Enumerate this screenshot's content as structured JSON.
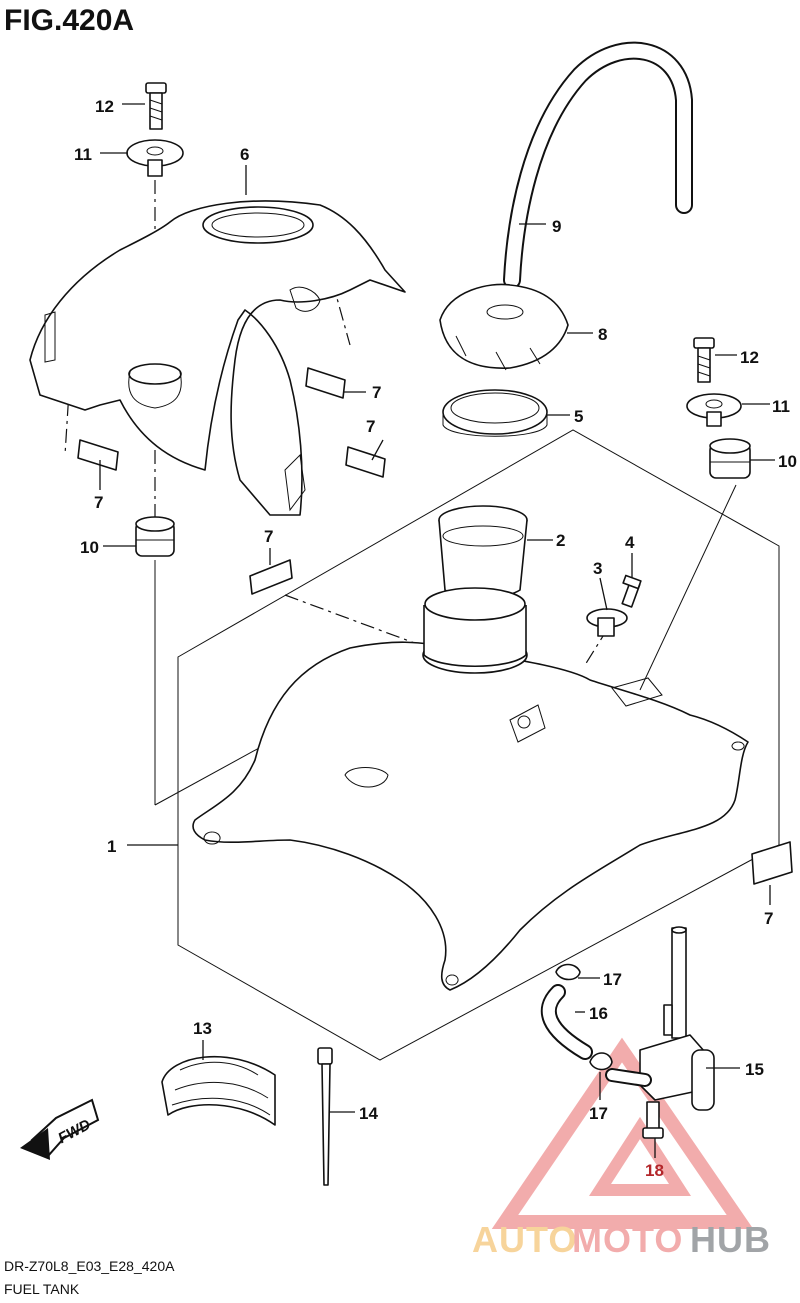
{
  "figure": {
    "title": "FIG.420A"
  },
  "callouts": [
    {
      "id": "c1",
      "label": "1"
    },
    {
      "id": "c2",
      "label": "2"
    },
    {
      "id": "c3",
      "label": "3"
    },
    {
      "id": "c4",
      "label": "4"
    },
    {
      "id": "c5",
      "label": "5"
    },
    {
      "id": "c6",
      "label": "6"
    },
    {
      "id": "c7a",
      "label": "7"
    },
    {
      "id": "c7b",
      "label": "7"
    },
    {
      "id": "c7c",
      "label": "7"
    },
    {
      "id": "c7d",
      "label": "7"
    },
    {
      "id": "c7e",
      "label": "7"
    },
    {
      "id": "c8",
      "label": "8"
    },
    {
      "id": "c9",
      "label": "9"
    },
    {
      "id": "c10a",
      "label": "10"
    },
    {
      "id": "c10b",
      "label": "10"
    },
    {
      "id": "c11a",
      "label": "11"
    },
    {
      "id": "c11b",
      "label": "11"
    },
    {
      "id": "c12a",
      "label": "12"
    },
    {
      "id": "c12b",
      "label": "12"
    },
    {
      "id": "c13",
      "label": "13"
    },
    {
      "id": "c14",
      "label": "14"
    },
    {
      "id": "c15",
      "label": "15"
    },
    {
      "id": "c16",
      "label": "16"
    },
    {
      "id": "c17a",
      "label": "17"
    },
    {
      "id": "c17b",
      "label": "17"
    },
    {
      "id": "c18",
      "label": "18"
    }
  ],
  "fwd_label": "FWD",
  "footer": {
    "model_code": "DR-Z70L8_E03_E28_420A",
    "caption": "FUEL TANK"
  },
  "watermark": {
    "part_a": "AUTO",
    "part_b": "MOTO",
    "part_c": "HUB"
  },
  "colors": {
    "ink": "#111111",
    "watermark_orange": "#f2b24a",
    "watermark_red": "#e86a6a",
    "watermark_gray": "#555b60",
    "red_label": "#b3262a"
  }
}
